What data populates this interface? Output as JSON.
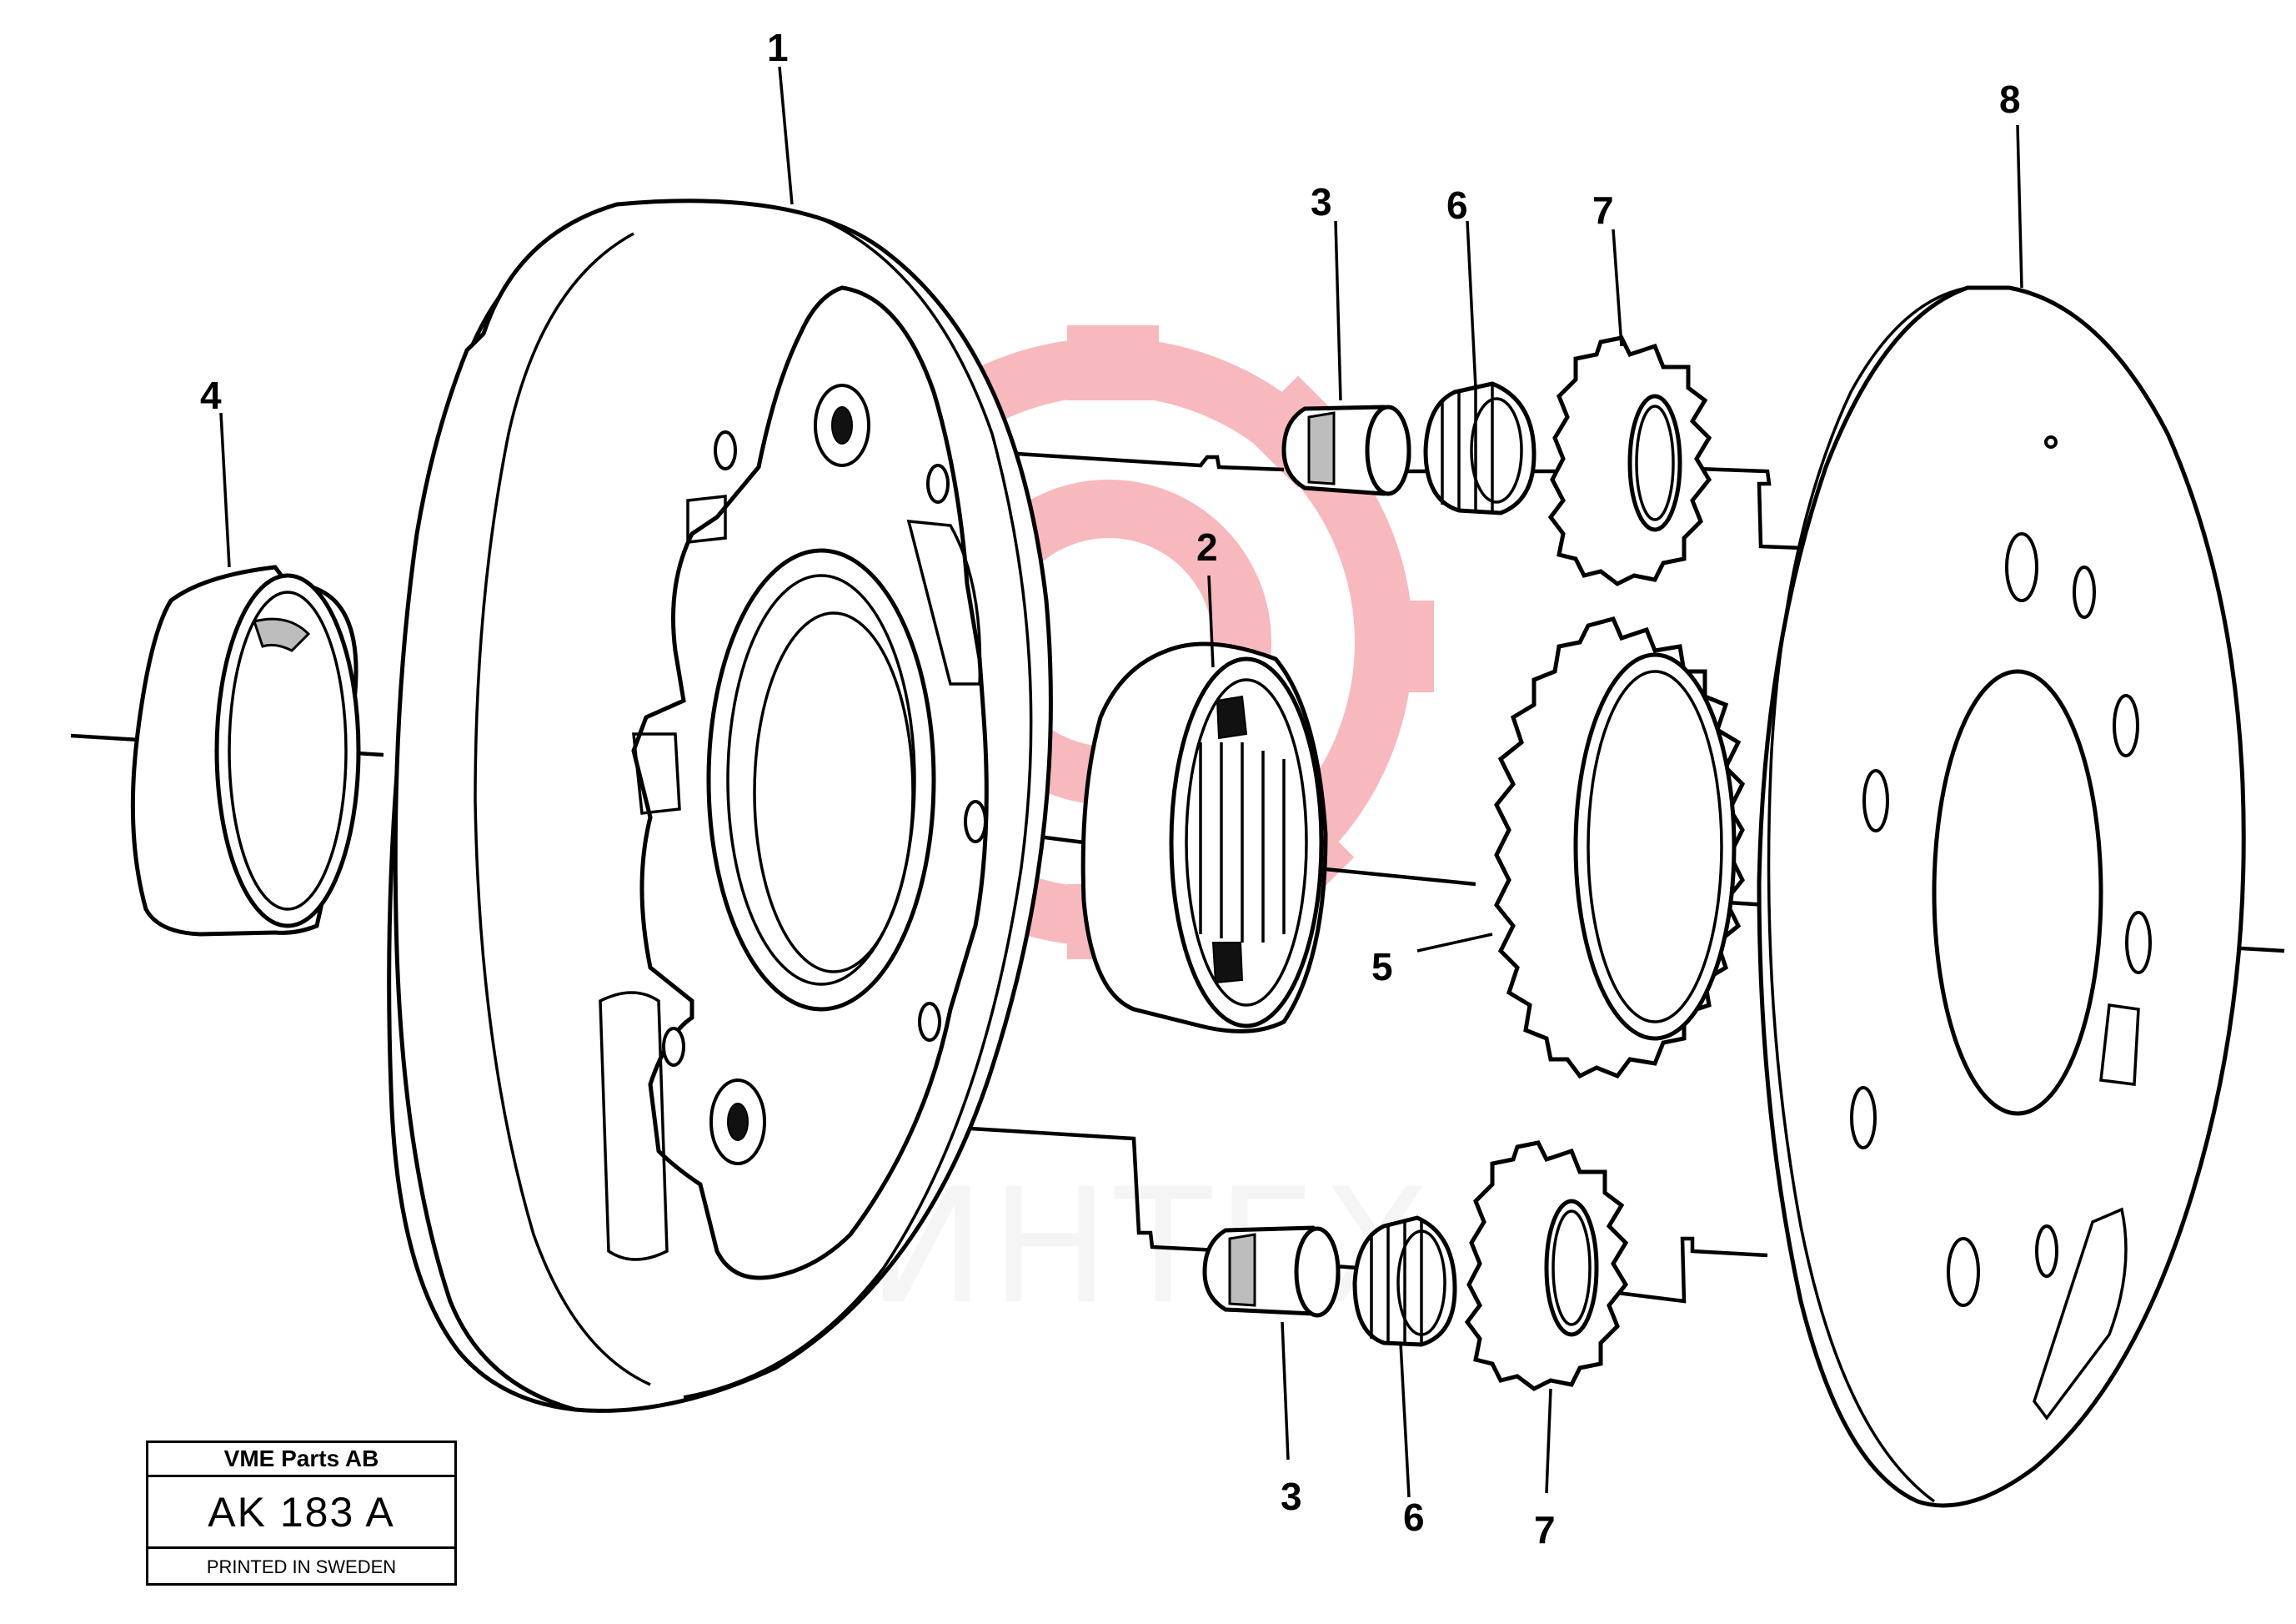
{
  "watermark": {
    "text": "ИНТЕХ",
    "color": "#e30613"
  },
  "callouts": {
    "c1": "1",
    "c2": "2",
    "c3_top": "3",
    "c3_bottom": "3",
    "c4": "4",
    "c5": "5",
    "c6_top": "6",
    "c6_bottom": "6",
    "c7_top": "7",
    "c7_bottom": "7",
    "c8": "8"
  },
  "title_block": {
    "company": "VME Parts AB",
    "code": "AK 183  A",
    "printed": "PRINTED IN SWEDEN"
  }
}
